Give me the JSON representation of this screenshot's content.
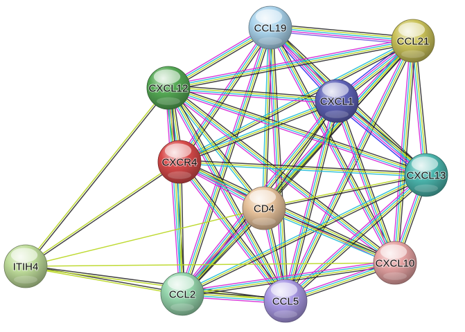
{
  "edge_colors": {
    "black": "#222222",
    "lime": "#b8d61e",
    "cyan": "#22bcd6",
    "magenta": "#d62ad6",
    "blue": "#2a2aee",
    "purple": "#7a5ce0",
    "green": "#3aa83a"
  },
  "nodes": [
    {
      "id": "CCL19",
      "label": "CCL19",
      "color": "#a9d3ec"
    },
    {
      "id": "CCL21",
      "label": "CCL21",
      "color": "#cbc35a"
    },
    {
      "id": "CXCL12",
      "label": "CXCL12",
      "color": "#55a955"
    },
    {
      "id": "CXCL1",
      "label": "CXCL1",
      "color": "#5f63b8"
    },
    {
      "id": "CXCR4",
      "label": "CXCR4",
      "color": "#d84a4a"
    },
    {
      "id": "CXCL13",
      "label": "CXCL13",
      "color": "#4bb5ad"
    },
    {
      "id": "CD4",
      "label": "CD4",
      "color": "#e7c29b"
    },
    {
      "id": "ITIH4",
      "label": "ITIH4",
      "color": "#bedc9a"
    },
    {
      "id": "CXCL10",
      "label": "CXCL10",
      "color": "#e6a3a3"
    },
    {
      "id": "CCL2",
      "label": "CCL2",
      "color": "#96d6ad"
    },
    {
      "id": "CCL5",
      "label": "CCL5",
      "color": "#a999e4"
    }
  ],
  "edges": [
    {
      "source": "CCL19",
      "target": "CCL21",
      "evidence": [
        "black",
        "lime",
        "cyan",
        "magenta",
        "purple"
      ]
    },
    {
      "source": "CCL19",
      "target": "CXCL12",
      "evidence": [
        "black",
        "lime",
        "cyan",
        "magenta"
      ]
    },
    {
      "source": "CCL19",
      "target": "CXCL1",
      "evidence": [
        "black",
        "lime",
        "cyan",
        "magenta",
        "blue"
      ]
    },
    {
      "source": "CCL19",
      "target": "CXCR4",
      "evidence": [
        "black",
        "lime",
        "cyan",
        "magenta"
      ]
    },
    {
      "source": "CCL19",
      "target": "CXCL13",
      "evidence": [
        "black",
        "lime",
        "cyan",
        "magenta"
      ]
    },
    {
      "source": "CCL19",
      "target": "CD4",
      "evidence": [
        "black",
        "lime",
        "cyan"
      ]
    },
    {
      "source": "CCL19",
      "target": "CXCL10",
      "evidence": [
        "black",
        "lime",
        "cyan",
        "magenta"
      ]
    },
    {
      "source": "CCL19",
      "target": "CCL2",
      "evidence": [
        "black",
        "lime",
        "cyan",
        "magenta"
      ]
    },
    {
      "source": "CCL19",
      "target": "CCL5",
      "evidence": [
        "black",
        "lime",
        "cyan",
        "magenta"
      ]
    },
    {
      "source": "CCL21",
      "target": "CXCL12",
      "evidence": [
        "black",
        "lime",
        "cyan",
        "magenta"
      ]
    },
    {
      "source": "CCL21",
      "target": "CXCL1",
      "evidence": [
        "black",
        "lime",
        "cyan",
        "magenta",
        "blue"
      ]
    },
    {
      "source": "CCL21",
      "target": "CXCR4",
      "evidence": [
        "black",
        "lime",
        "cyan"
      ]
    },
    {
      "source": "CCL21",
      "target": "CXCL13",
      "evidence": [
        "black",
        "lime",
        "cyan",
        "magenta"
      ]
    },
    {
      "source": "CCL21",
      "target": "CD4",
      "evidence": [
        "black",
        "lime",
        "cyan"
      ]
    },
    {
      "source": "CCL21",
      "target": "CXCL10",
      "evidence": [
        "black",
        "lime",
        "cyan",
        "magenta"
      ]
    },
    {
      "source": "CCL21",
      "target": "CCL2",
      "evidence": [
        "black",
        "lime",
        "cyan",
        "magenta"
      ]
    },
    {
      "source": "CCL21",
      "target": "CCL5",
      "evidence": [
        "black",
        "lime",
        "cyan",
        "magenta"
      ]
    },
    {
      "source": "CXCL12",
      "target": "CXCL1",
      "evidence": [
        "black",
        "lime",
        "cyan",
        "magenta"
      ]
    },
    {
      "source": "CXCL12",
      "target": "CXCR4",
      "evidence": [
        "black",
        "lime",
        "cyan",
        "magenta",
        "green"
      ]
    },
    {
      "source": "CXCL12",
      "target": "CXCL13",
      "evidence": [
        "black",
        "lime",
        "cyan",
        "magenta"
      ]
    },
    {
      "source": "CXCL12",
      "target": "CD4",
      "evidence": [
        "black",
        "lime",
        "cyan"
      ]
    },
    {
      "source": "CXCL12",
      "target": "ITIH4",
      "evidence": [
        "black",
        "lime"
      ]
    },
    {
      "source": "CXCL12",
      "target": "CXCL10",
      "evidence": [
        "black",
        "lime",
        "cyan",
        "magenta"
      ]
    },
    {
      "source": "CXCL12",
      "target": "CCL2",
      "evidence": [
        "black",
        "lime",
        "cyan",
        "magenta"
      ]
    },
    {
      "source": "CXCL12",
      "target": "CCL5",
      "evidence": [
        "black",
        "lime",
        "cyan",
        "magenta"
      ]
    },
    {
      "source": "CXCL1",
      "target": "CXCR4",
      "evidence": [
        "black",
        "lime",
        "cyan"
      ]
    },
    {
      "source": "CXCL1",
      "target": "CXCL13",
      "evidence": [
        "black",
        "lime",
        "cyan",
        "magenta",
        "blue"
      ]
    },
    {
      "source": "CXCL1",
      "target": "CD4",
      "evidence": [
        "black",
        "lime"
      ]
    },
    {
      "source": "CXCL1",
      "target": "CXCL10",
      "evidence": [
        "black",
        "lime",
        "cyan",
        "magenta"
      ]
    },
    {
      "source": "CXCL1",
      "target": "CCL2",
      "evidence": [
        "black",
        "lime",
        "cyan",
        "magenta"
      ]
    },
    {
      "source": "CXCL1",
      "target": "CCL5",
      "evidence": [
        "black",
        "lime",
        "cyan",
        "magenta"
      ]
    },
    {
      "source": "CXCR4",
      "target": "CXCL13",
      "evidence": [
        "black",
        "lime",
        "cyan"
      ]
    },
    {
      "source": "CXCR4",
      "target": "CD4",
      "evidence": [
        "black",
        "lime",
        "cyan",
        "magenta"
      ]
    },
    {
      "source": "CXCR4",
      "target": "ITIH4",
      "evidence": [
        "black",
        "lime"
      ]
    },
    {
      "source": "CXCR4",
      "target": "CXCL10",
      "evidence": [
        "black",
        "lime",
        "cyan",
        "magenta"
      ]
    },
    {
      "source": "CXCR4",
      "target": "CCL2",
      "evidence": [
        "black",
        "lime",
        "cyan"
      ]
    },
    {
      "source": "CXCR4",
      "target": "CCL5",
      "evidence": [
        "black",
        "lime",
        "cyan",
        "magenta"
      ]
    },
    {
      "source": "CXCL13",
      "target": "CD4",
      "evidence": [
        "black",
        "lime"
      ]
    },
    {
      "source": "CXCL13",
      "target": "CXCL10",
      "evidence": [
        "black",
        "lime",
        "cyan",
        "magenta"
      ]
    },
    {
      "source": "CXCL13",
      "target": "CCL2",
      "evidence": [
        "black",
        "lime",
        "cyan"
      ]
    },
    {
      "source": "CXCL13",
      "target": "CCL5",
      "evidence": [
        "black",
        "lime",
        "cyan",
        "magenta"
      ]
    },
    {
      "source": "CD4",
      "target": "ITIH4",
      "evidence": [
        "lime"
      ]
    },
    {
      "source": "CD4",
      "target": "CXCL10",
      "evidence": [
        "black",
        "lime",
        "cyan"
      ]
    },
    {
      "source": "CD4",
      "target": "CCL2",
      "evidence": [
        "black",
        "lime",
        "cyan",
        "magenta"
      ]
    },
    {
      "source": "CD4",
      "target": "CCL5",
      "evidence": [
        "black",
        "lime",
        "cyan",
        "magenta"
      ]
    },
    {
      "source": "ITIH4",
      "target": "CXCL10",
      "evidence": [
        "lime"
      ]
    },
    {
      "source": "ITIH4",
      "target": "CCL2",
      "evidence": [
        "black",
        "lime"
      ]
    },
    {
      "source": "ITIH4",
      "target": "CCL5",
      "evidence": [
        "black",
        "lime"
      ]
    },
    {
      "source": "CXCL10",
      "target": "CCL2",
      "evidence": [
        "black",
        "lime",
        "cyan",
        "magenta"
      ]
    },
    {
      "source": "CXCL10",
      "target": "CCL5",
      "evidence": [
        "black",
        "lime",
        "cyan",
        "magenta"
      ]
    },
    {
      "source": "CCL2",
      "target": "CCL5",
      "evidence": [
        "black",
        "lime",
        "cyan",
        "magenta"
      ]
    }
  ]
}
